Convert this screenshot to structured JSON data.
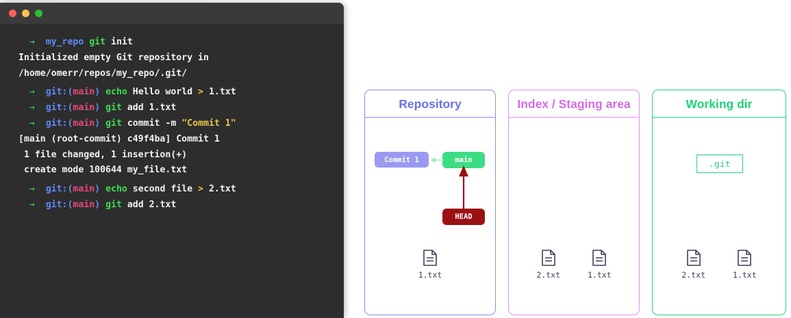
{
  "window": {
    "traffic_lights": [
      "close",
      "minimize",
      "maximize"
    ]
  },
  "terminal": {
    "lines": [
      {
        "gap": false,
        "segments": [
          {
            "text": "  →  ",
            "color": "arrow"
          },
          {
            "text": "my_repo ",
            "color": "blue"
          },
          {
            "text": "git ",
            "color": "green"
          },
          {
            "text": "init",
            "color": "white"
          }
        ]
      },
      {
        "gap": false,
        "segments": [
          {
            "text": "Initialized empty Git repository in",
            "color": "white"
          }
        ]
      },
      {
        "gap": false,
        "segments": [
          {
            "text": "/home/omerr/repos/my_repo/.git/",
            "color": "white"
          }
        ]
      },
      {
        "gap": true,
        "segments": [
          {
            "text": "  →  ",
            "color": "arrow"
          },
          {
            "text": "git:(",
            "color": "blue"
          },
          {
            "text": "main",
            "color": "pink"
          },
          {
            "text": ") ",
            "color": "blue"
          },
          {
            "text": "echo ",
            "color": "green"
          },
          {
            "text": "Hello world ",
            "color": "white"
          },
          {
            "text": "> ",
            "color": "yellow"
          },
          {
            "text": "1.txt",
            "color": "white"
          }
        ]
      },
      {
        "gap": false,
        "segments": [
          {
            "text": "  →  ",
            "color": "arrow"
          },
          {
            "text": "git:(",
            "color": "blue"
          },
          {
            "text": "main",
            "color": "pink"
          },
          {
            "text": ") ",
            "color": "blue"
          },
          {
            "text": "git ",
            "color": "green"
          },
          {
            "text": "add 1.txt",
            "color": "white"
          }
        ]
      },
      {
        "gap": false,
        "segments": [
          {
            "text": "  →  ",
            "color": "arrow"
          },
          {
            "text": "git:(",
            "color": "blue"
          },
          {
            "text": "main",
            "color": "pink"
          },
          {
            "text": ") ",
            "color": "blue"
          },
          {
            "text": "git ",
            "color": "green"
          },
          {
            "text": "commit -m ",
            "color": "white"
          },
          {
            "text": "\"Commit 1\"",
            "color": "yellow"
          }
        ]
      },
      {
        "gap": false,
        "segments": [
          {
            "text": "[main (root-commit) c49f4ba] Commit 1",
            "color": "white"
          }
        ]
      },
      {
        "gap": false,
        "segments": [
          {
            "text": " 1 file changed, 1 insertion(+)",
            "color": "white"
          }
        ]
      },
      {
        "gap": false,
        "segments": [
          {
            "text": " create mode 100644 my_file.txt",
            "color": "white"
          }
        ]
      },
      {
        "gap": true,
        "segments": [
          {
            "text": "  →  ",
            "color": "arrow"
          },
          {
            "text": "git:(",
            "color": "blue"
          },
          {
            "text": "main",
            "color": "pink"
          },
          {
            "text": ") ",
            "color": "blue"
          },
          {
            "text": "echo ",
            "color": "green"
          },
          {
            "text": "second file ",
            "color": "white"
          },
          {
            "text": "> ",
            "color": "yellow"
          },
          {
            "text": "2.txt",
            "color": "white"
          }
        ]
      },
      {
        "gap": false,
        "segments": [
          {
            "text": "  →  ",
            "color": "arrow"
          },
          {
            "text": "git:(",
            "color": "blue"
          },
          {
            "text": "main",
            "color": "pink"
          },
          {
            "text": ") ",
            "color": "blue"
          },
          {
            "text": "git ",
            "color": "green"
          },
          {
            "text": "add 2.txt",
            "color": "white"
          }
        ]
      }
    ]
  },
  "diagram": {
    "panels": {
      "repository": {
        "title": "Repository",
        "border_color": "#8c8cf0",
        "title_color": "#6a72e8",
        "nodes": {
          "commit": {
            "label": "Commit 1",
            "color": "#9a9af2"
          },
          "branch": {
            "label": "main",
            "color": "#3ddc84"
          },
          "head": {
            "label": "HEAD",
            "color": "#9b0f14"
          }
        },
        "arrows": {
          "branch_to_commit_color": "#a8ecc4",
          "head_to_branch_color": "#9b0f14"
        },
        "files": [
          "1.txt"
        ]
      },
      "index": {
        "title": "Index / Staging area",
        "border_color": "#e48cf5",
        "title_color": "#d76ae8",
        "files": [
          "2.txt",
          "1.txt"
        ]
      },
      "working": {
        "title": "Working dir",
        "border_color": "#1fd47c",
        "title_color": "#1fd47c",
        "git_box_label": ".git",
        "files": [
          "2.txt",
          "1.txt"
        ]
      }
    }
  }
}
